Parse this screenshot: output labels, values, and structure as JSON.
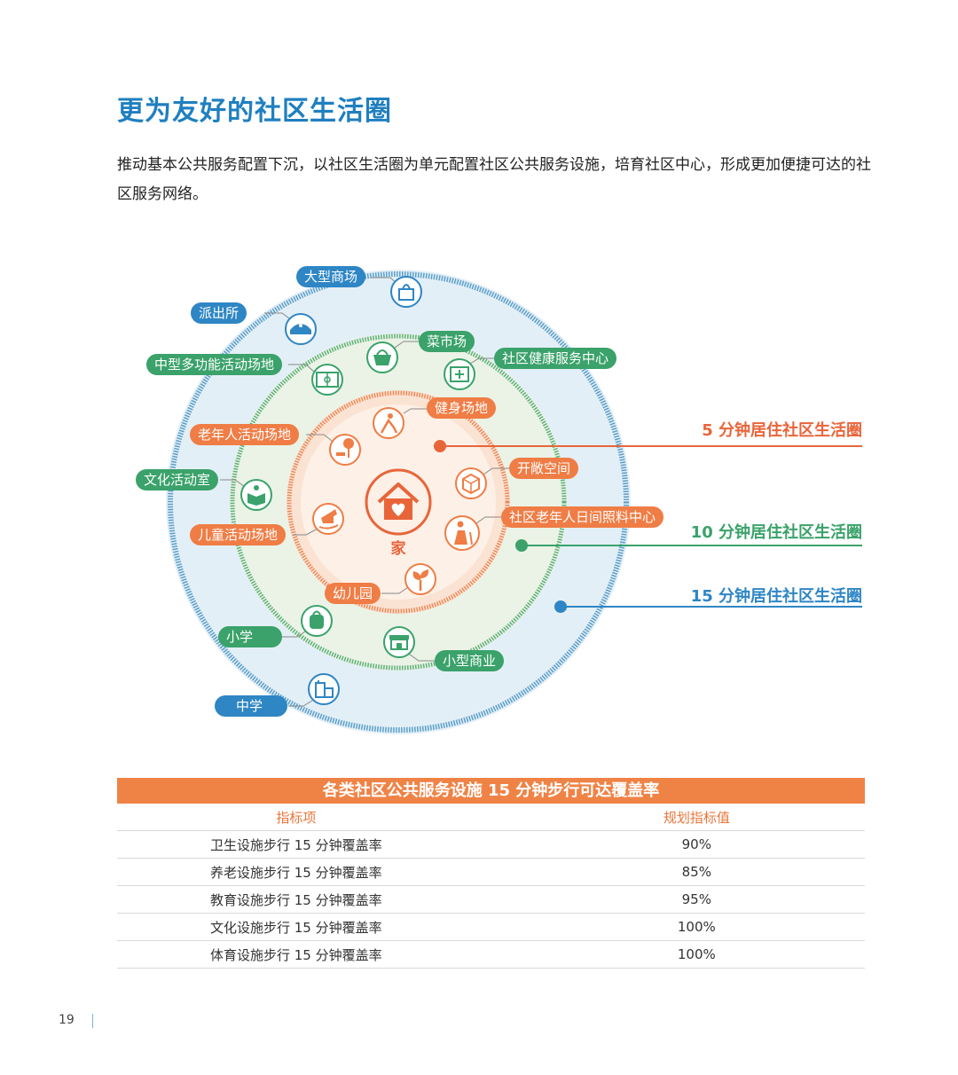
{
  "title": "更为友好的社区生活圈",
  "intro": "推动基本公共服务配置下沉，以社区生活圈为单元配置社区公共服务设施，培育社区中心，形成更加便捷可达的社区服务网络。",
  "diagram": {
    "center_label": "家",
    "circles": [
      {
        "label": "5 分钟居住社区生活圈",
        "color": "#e8653a"
      },
      {
        "label": "10 分钟居住社区生活圈",
        "color": "#3aa26a"
      },
      {
        "label": "15 分钟居住社区生活圈",
        "color": "#2e86c4"
      }
    ],
    "tags": {
      "mall": "大型商场",
      "police": "派出所",
      "market": "菜市场",
      "health": "社区健康服务中心",
      "sports_field": "中型多功能活动场地",
      "fitness": "健身场地",
      "elderly_activity": "老年人活动场地",
      "open_space": "开敞空间",
      "culture_room": "文化活动室",
      "elderly_care": "社区老年人日间照料中心",
      "children": "儿童活动场地",
      "kindergarten": "幼儿园",
      "primary": "小学",
      "small_business": "小型商业",
      "middle": "中学"
    },
    "icons": [
      "shopping-bag",
      "police-cap",
      "basket",
      "health-center",
      "sports-field",
      "fitness",
      "tree-bench",
      "open-box",
      "book",
      "elderly-person",
      "rocking-horse",
      "sprout",
      "backpack",
      "shop",
      "school-building",
      "house"
    ]
  },
  "table": {
    "title": "各类社区公共服务设施 15 分钟步行可达覆盖率",
    "headers": [
      "指标项",
      "规划指标值"
    ],
    "rows": [
      [
        "卫生设施步行 15 分钟覆盖率",
        "90%"
      ],
      [
        "养老设施步行 15 分钟覆盖率",
        "85%"
      ],
      [
        "教育设施步行 15 分钟覆盖率",
        "95%"
      ],
      [
        "文化设施步行 15 分钟覆盖率",
        "100%"
      ],
      [
        "体育设施步行 15 分钟覆盖率",
        "100%"
      ]
    ]
  },
  "page_number": "19"
}
